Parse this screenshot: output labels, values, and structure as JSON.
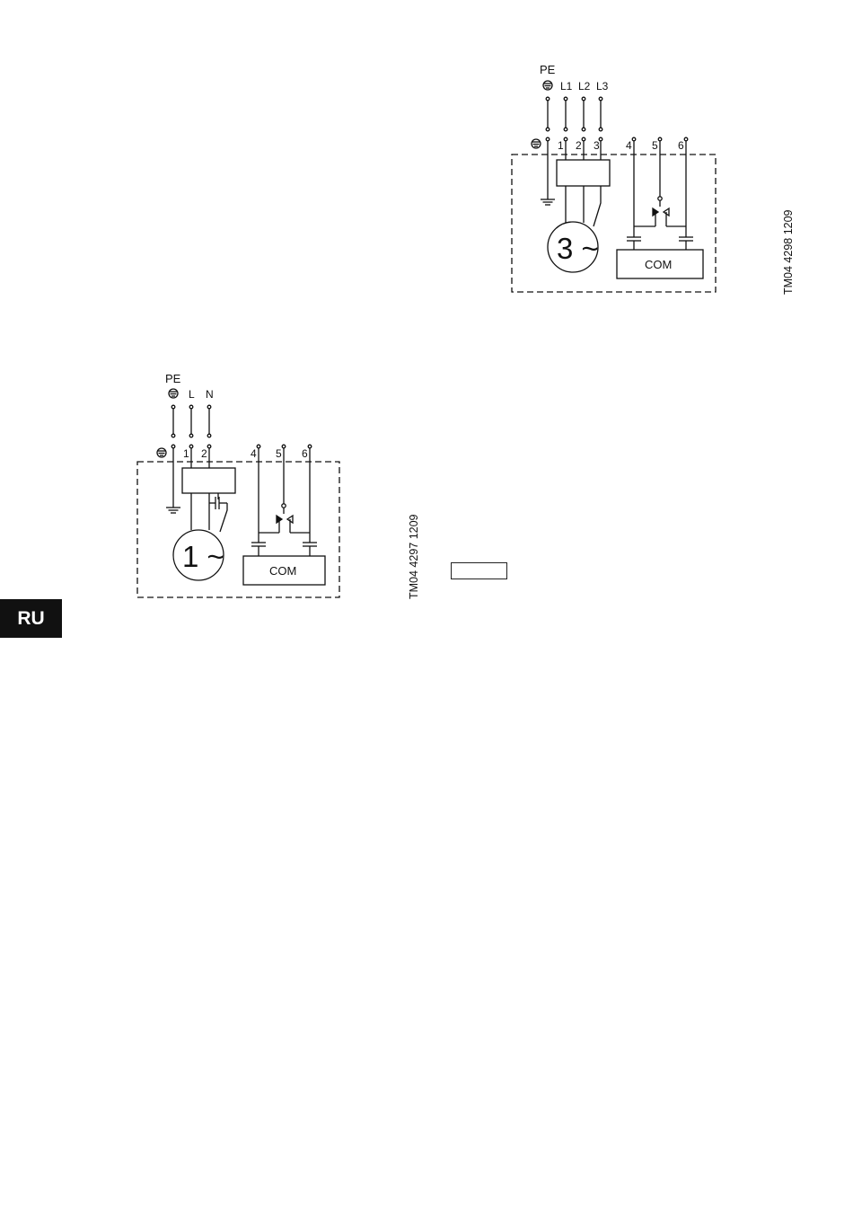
{
  "language_tab": "RU",
  "diagram_three_phase": {
    "supply_labels": [
      "PE",
      "L1",
      "L2",
      "L3"
    ],
    "terminal_numbers": [
      "1",
      "2",
      "3",
      "4",
      "5",
      "6"
    ],
    "motor_label": "3 ~",
    "module_label": "COM",
    "drawing_code": "TM04 4298 1209"
  },
  "diagram_single_phase": {
    "supply_labels": [
      "PE",
      "L",
      "N"
    ],
    "terminal_numbers": [
      "1",
      "2",
      "4",
      "5",
      "6"
    ],
    "motor_label": "1 ~",
    "module_label": "COM",
    "drawing_code": "TM04 4297 1209"
  }
}
